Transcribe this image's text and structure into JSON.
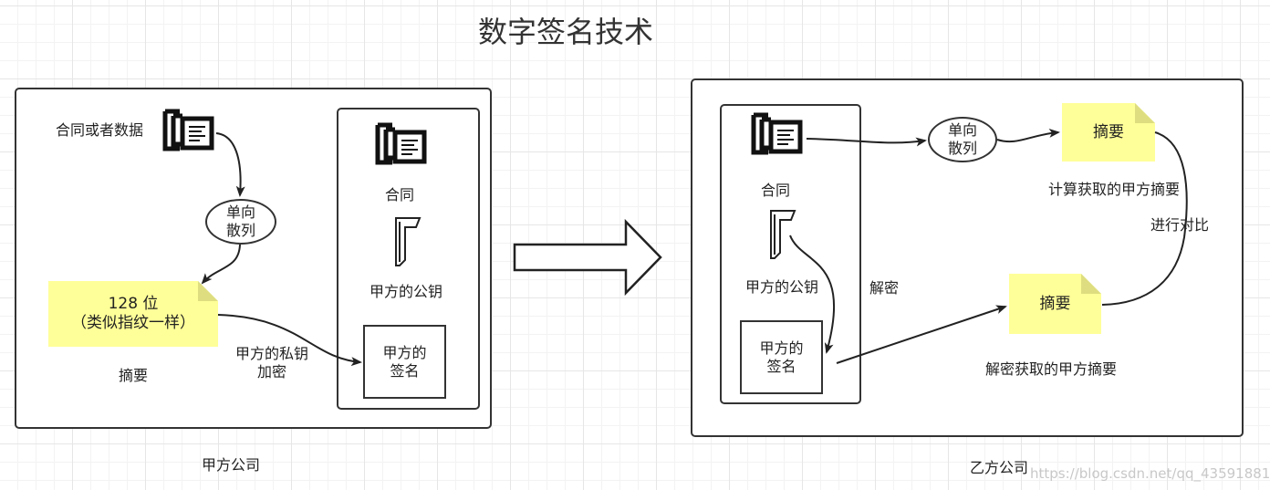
{
  "title": "数字签名技术",
  "party_a": {
    "caption": "甲方公司",
    "contract_label": "合同或者数据",
    "hash_line1": "单向",
    "hash_line2": "散列",
    "digest_line1": "128 位",
    "digest_line2": "（类似指纹一样）",
    "digest_caption": "摘要",
    "encrypt_line1": "甲方的私钥",
    "encrypt_line2": "加密",
    "package": {
      "contract_label": "合同",
      "key_label": "甲方的公钥",
      "signature_line1": "甲方的",
      "signature_line2": "签名"
    }
  },
  "party_b": {
    "caption": "乙方公司",
    "package": {
      "contract_label": "合同",
      "key_label": "甲方的公钥",
      "signature_line1": "甲方的",
      "signature_line2": "签名"
    },
    "decrypt_label": "解密",
    "hash_line1": "单向",
    "hash_line2": "散列",
    "computed_digest_note": "摘要",
    "computed_digest_caption": "计算获取的甲方摘要",
    "compare_label": "进行对比",
    "decrypted_digest_note": "摘要",
    "decrypted_digest_caption": "解密获取的甲方摘要"
  },
  "watermark": "https://blog.csdn.net/qq_43591881",
  "colors": {
    "note_fill": "#ffff99",
    "note_fold": "#dede80",
    "stroke": "#333333"
  }
}
